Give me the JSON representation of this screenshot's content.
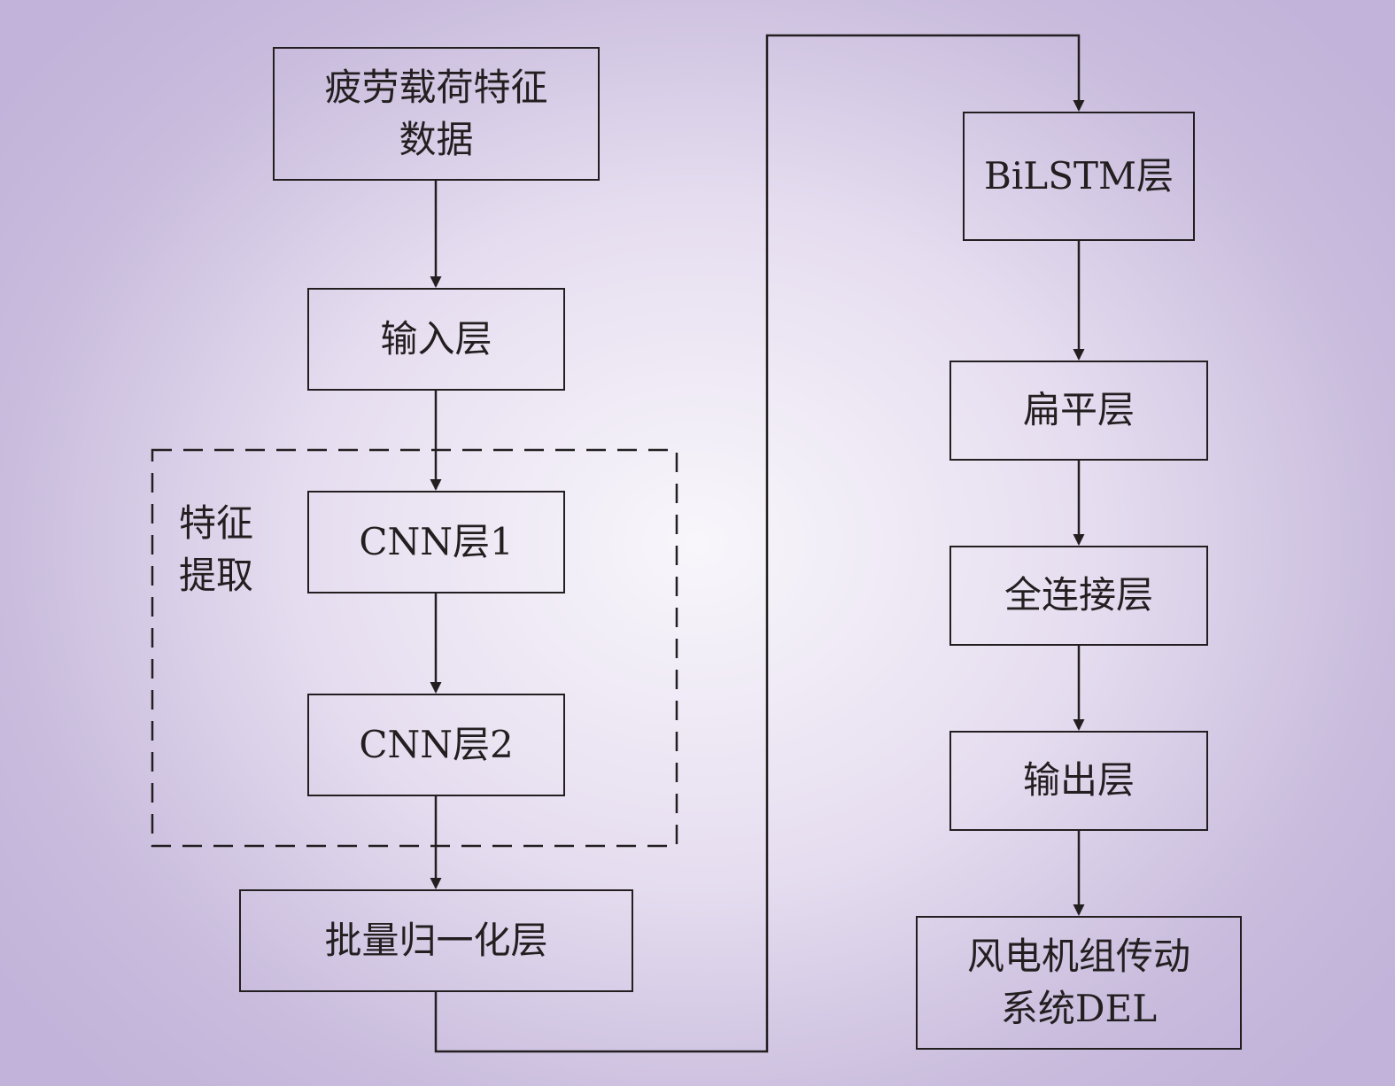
{
  "diagram": {
    "type": "flowchart",
    "nodes": [
      {
        "id": "fatigue-data",
        "label": "疲劳载荷特征\n数据"
      },
      {
        "id": "input-layer",
        "label": "输入层"
      },
      {
        "id": "cnn-layer-1",
        "label": "CNN层1"
      },
      {
        "id": "cnn-layer-2",
        "label": "CNN层2"
      },
      {
        "id": "batchnorm-layer",
        "label": "批量归一化层"
      },
      {
        "id": "bilstm-layer",
        "label": "BiLSTM层"
      },
      {
        "id": "flatten-layer",
        "label": "扁平层"
      },
      {
        "id": "dense-layer",
        "label": "全连接层"
      },
      {
        "id": "output-layer",
        "label": "输出层"
      },
      {
        "id": "del-output",
        "label": "风电机组传动\n系统DEL"
      }
    ],
    "group": {
      "label": "特征\n提取",
      "members": [
        "cnn-layer-1",
        "cnn-layer-2"
      ]
    },
    "edges": [
      [
        "fatigue-data",
        "input-layer"
      ],
      [
        "input-layer",
        "cnn-layer-1"
      ],
      [
        "cnn-layer-1",
        "cnn-layer-2"
      ],
      [
        "cnn-layer-2",
        "batchnorm-layer"
      ],
      [
        "batchnorm-layer",
        "bilstm-layer"
      ],
      [
        "bilstm-layer",
        "flatten-layer"
      ],
      [
        "flatten-layer",
        "dense-layer"
      ],
      [
        "dense-layer",
        "output-layer"
      ],
      [
        "output-layer",
        "del-output"
      ]
    ],
    "colors": {
      "line": "#231f20",
      "background_center": "#f8f6fb",
      "background_edge": "#c2b3da"
    }
  }
}
